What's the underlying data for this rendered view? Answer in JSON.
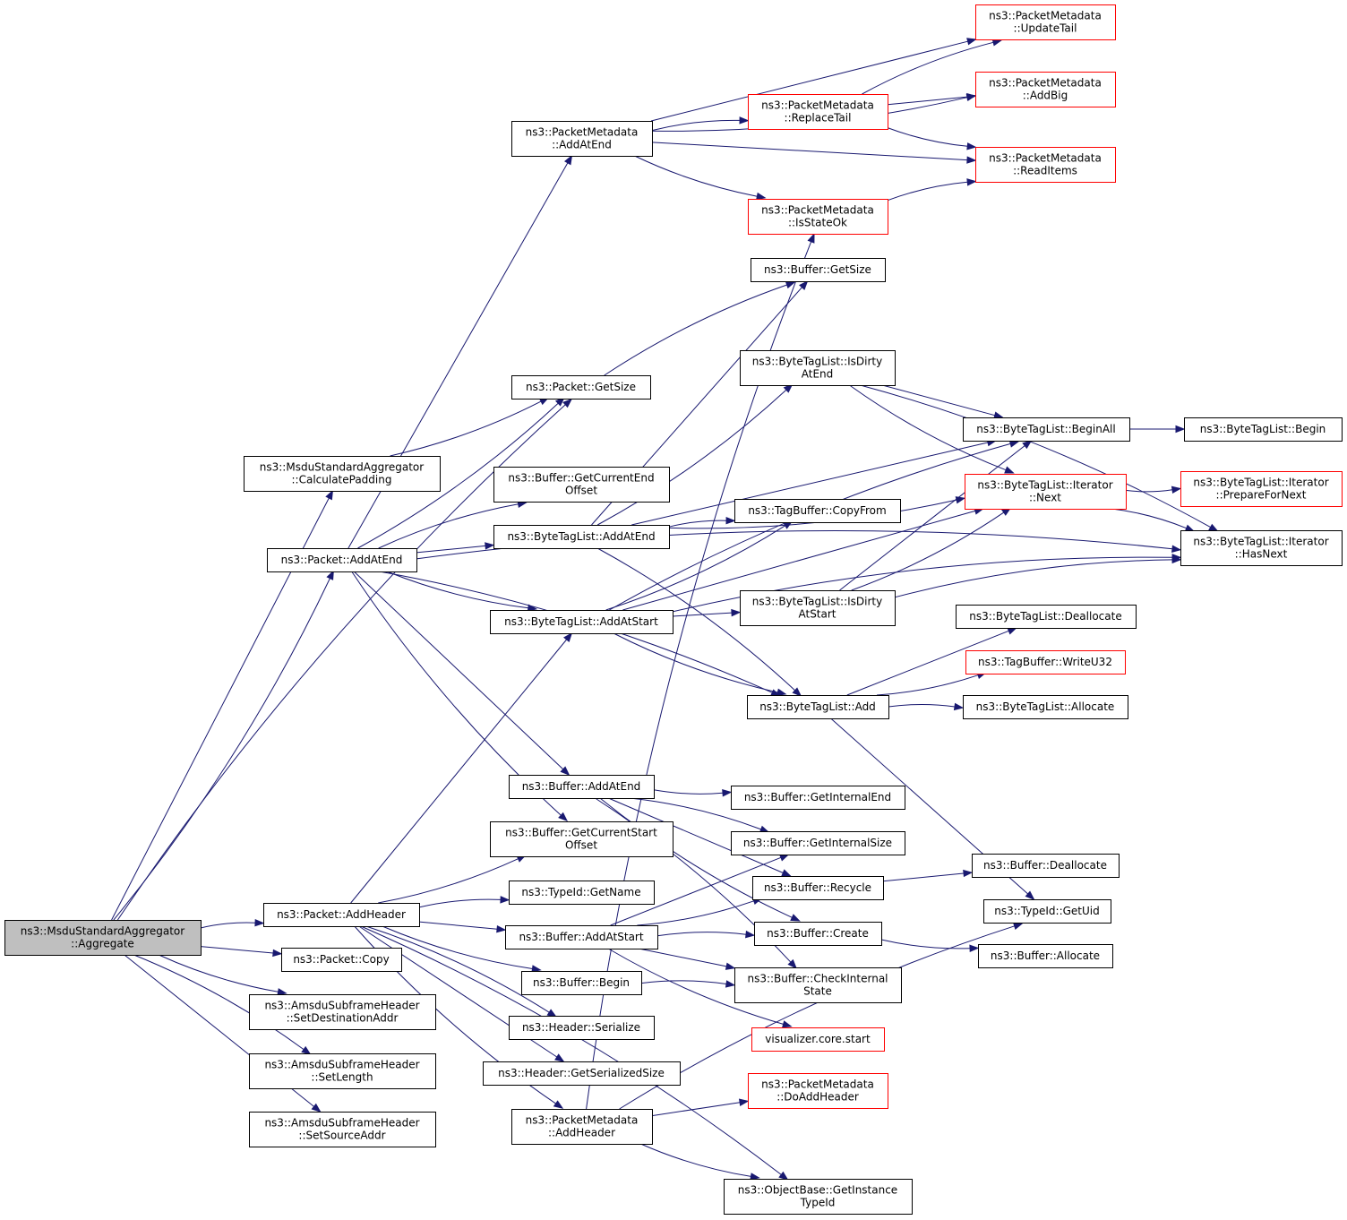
{
  "nodes": [
    {
      "id": "agg",
      "lines": [
        "ns3::MsduStandardAggregator",
        "::Aggregate"
      ],
      "root": true
    },
    {
      "id": "pkt_getsize",
      "lines": [
        "ns3::Packet::GetSize"
      ]
    },
    {
      "id": "calcpad",
      "lines": [
        "ns3::MsduStandardAggregator",
        "::CalculatePadding"
      ]
    },
    {
      "id": "pkt_addatend",
      "lines": [
        "ns3::Packet::AddAtEnd"
      ]
    },
    {
      "id": "pkt_addheader",
      "lines": [
        "ns3::Packet::AddHeader"
      ]
    },
    {
      "id": "pkt_copy",
      "lines": [
        "ns3::Packet::Copy"
      ]
    },
    {
      "id": "sf_dest",
      "lines": [
        "ns3::AmsduSubframeHeader",
        "::SetDestinationAddr"
      ]
    },
    {
      "id": "sf_len",
      "lines": [
        "ns3::AmsduSubframeHeader",
        "::SetLength"
      ]
    },
    {
      "id": "sf_src",
      "lines": [
        "ns3::AmsduSubframeHeader",
        "::SetSourceAddr"
      ]
    },
    {
      "id": "pm_addatend",
      "lines": [
        "ns3::PacketMetadata",
        "::AddAtEnd"
      ]
    },
    {
      "id": "buf_getcurend",
      "lines": [
        "ns3::Buffer::GetCurrentEnd",
        "Offset"
      ]
    },
    {
      "id": "btl_addatend",
      "lines": [
        "ns3::ByteTagList::AddAtEnd"
      ]
    },
    {
      "id": "btl_addatstart",
      "lines": [
        "ns3::ByteTagList::AddAtStart"
      ]
    },
    {
      "id": "buf_addatend",
      "lines": [
        "ns3::Buffer::AddAtEnd"
      ]
    },
    {
      "id": "buf_getcurstart",
      "lines": [
        "ns3::Buffer::GetCurrentStart",
        "Offset"
      ]
    },
    {
      "id": "typeid_getname",
      "lines": [
        "ns3::TypeId::GetName"
      ]
    },
    {
      "id": "buf_addatstart",
      "lines": [
        "ns3::Buffer::AddAtStart"
      ]
    },
    {
      "id": "buf_begin",
      "lines": [
        "ns3::Buffer::Begin"
      ]
    },
    {
      "id": "hdr_serialize",
      "lines": [
        "ns3::Header::Serialize"
      ]
    },
    {
      "id": "hdr_getsersize",
      "lines": [
        "ns3::Header::GetSerializedSize"
      ]
    },
    {
      "id": "pm_addheader",
      "lines": [
        "ns3::PacketMetadata",
        "::AddHeader"
      ]
    },
    {
      "id": "pm_replacetail",
      "lines": [
        "ns3::PacketMetadata",
        "::ReplaceTail"
      ],
      "trunc": true
    },
    {
      "id": "pm_isstateok",
      "lines": [
        "ns3::PacketMetadata",
        "::IsStateOk"
      ],
      "trunc": true
    },
    {
      "id": "buf_getsize",
      "lines": [
        "ns3::Buffer::GetSize"
      ]
    },
    {
      "id": "btl_isdirtyend",
      "lines": [
        "ns3::ByteTagList::IsDirty",
        "AtEnd"
      ]
    },
    {
      "id": "tagbuf_copyfrom",
      "lines": [
        "ns3::TagBuffer::CopyFrom"
      ]
    },
    {
      "id": "btl_isdirtystart",
      "lines": [
        "ns3::ByteTagList::IsDirty",
        "AtStart"
      ]
    },
    {
      "id": "btl_add",
      "lines": [
        "ns3::ByteTagList::Add"
      ]
    },
    {
      "id": "buf_getintend",
      "lines": [
        "ns3::Buffer::GetInternalEnd"
      ]
    },
    {
      "id": "buf_getintsize",
      "lines": [
        "ns3::Buffer::GetInternalSize"
      ]
    },
    {
      "id": "buf_recycle",
      "lines": [
        "ns3::Buffer::Recycle"
      ]
    },
    {
      "id": "buf_create",
      "lines": [
        "ns3::Buffer::Create"
      ]
    },
    {
      "id": "buf_checkint",
      "lines": [
        "ns3::Buffer::CheckInternal",
        "State"
      ]
    },
    {
      "id": "viz_start",
      "lines": [
        "visualizer.core.start"
      ],
      "trunc": true
    },
    {
      "id": "pm_doaddheader",
      "lines": [
        "ns3::PacketMetadata",
        "::DoAddHeader"
      ],
      "trunc": true
    },
    {
      "id": "ob_getinst",
      "lines": [
        "ns3::ObjectBase::GetInstance",
        "TypeId"
      ]
    },
    {
      "id": "pm_updatetail",
      "lines": [
        "ns3::PacketMetadata",
        "::UpdateTail"
      ],
      "trunc": true
    },
    {
      "id": "pm_addbig",
      "lines": [
        "ns3::PacketMetadata",
        "::AddBig"
      ],
      "trunc": true
    },
    {
      "id": "pm_readitems",
      "lines": [
        "ns3::PacketMetadata",
        "::ReadItems"
      ],
      "trunc": true
    },
    {
      "id": "btl_beginall",
      "lines": [
        "ns3::ByteTagList::BeginAll"
      ]
    },
    {
      "id": "btl_itnext",
      "lines": [
        "ns3::ByteTagList::Iterator",
        "::Next"
      ],
      "trunc": true
    },
    {
      "id": "btl_dealloc",
      "lines": [
        "ns3::ByteTagList::Deallocate"
      ]
    },
    {
      "id": "tagbuf_write",
      "lines": [
        "ns3::TagBuffer::WriteU32"
      ],
      "trunc": true
    },
    {
      "id": "btl_alloc",
      "lines": [
        "ns3::ByteTagList::Allocate"
      ]
    },
    {
      "id": "buf_dealloc",
      "lines": [
        "ns3::Buffer::Deallocate"
      ]
    },
    {
      "id": "typeid_getuid",
      "lines": [
        "ns3::TypeId::GetUid"
      ]
    },
    {
      "id": "buf_alloc",
      "lines": [
        "ns3::Buffer::Allocate"
      ]
    },
    {
      "id": "btl_begin",
      "lines": [
        "ns3::ByteTagList::Begin"
      ]
    },
    {
      "id": "btl_itprep",
      "lines": [
        "ns3::ByteTagList::Iterator",
        "::PrepareForNext"
      ],
      "trunc": true
    },
    {
      "id": "btl_ithasnext",
      "lines": [
        "ns3::ByteTagList::Iterator",
        "::HasNext"
      ]
    }
  ],
  "edges": [
    [
      "agg",
      "pkt_getsize"
    ],
    [
      "agg",
      "calcpad"
    ],
    [
      "agg",
      "pkt_addatend"
    ],
    [
      "agg",
      "pkt_addheader"
    ],
    [
      "agg",
      "pkt_copy"
    ],
    [
      "agg",
      "sf_dest"
    ],
    [
      "agg",
      "sf_len"
    ],
    [
      "agg",
      "sf_src"
    ],
    [
      "calcpad",
      "pkt_getsize"
    ],
    [
      "pkt_getsize",
      "buf_getsize"
    ],
    [
      "pkt_addatend",
      "pm_addatend"
    ],
    [
      "pkt_addatend",
      "pkt_getsize"
    ],
    [
      "pkt_addatend",
      "buf_getcurend"
    ],
    [
      "pkt_addatend",
      "btl_addatend"
    ],
    [
      "pkt_addatend",
      "btl_addatstart"
    ],
    [
      "pkt_addatend",
      "btl_add"
    ],
    [
      "pkt_addatend",
      "buf_addatend"
    ],
    [
      "pkt_addatend",
      "buf_getcurstart"
    ],
    [
      "pkt_addatend",
      "btl_ithasnext"
    ],
    [
      "pkt_addheader",
      "btl_addatstart"
    ],
    [
      "pkt_addheader",
      "buf_getcurstart"
    ],
    [
      "pkt_addheader",
      "typeid_getname"
    ],
    [
      "pkt_addheader",
      "buf_addatstart"
    ],
    [
      "pkt_addheader",
      "buf_begin"
    ],
    [
      "pkt_addheader",
      "hdr_serialize"
    ],
    [
      "pkt_addheader",
      "hdr_getsersize"
    ],
    [
      "pkt_addheader",
      "pm_addheader"
    ],
    [
      "pkt_addheader",
      "ob_getinst"
    ],
    [
      "pm_addatend",
      "pm_updatetail"
    ],
    [
      "pm_addatend",
      "pm_addbig"
    ],
    [
      "pm_addatend",
      "pm_replacetail"
    ],
    [
      "pm_addatend",
      "pm_readitems"
    ],
    [
      "pm_addatend",
      "pm_isstateok"
    ],
    [
      "pm_replacetail",
      "pm_updatetail"
    ],
    [
      "pm_replacetail",
      "pm_addbig"
    ],
    [
      "pm_replacetail",
      "pm_readitems"
    ],
    [
      "pm_isstateok",
      "pm_readitems"
    ],
    [
      "btl_addatend",
      "buf_getsize"
    ],
    [
      "btl_addatend",
      "btl_isdirtyend"
    ],
    [
      "btl_addatend",
      "tagbuf_copyfrom"
    ],
    [
      "btl_addatend",
      "btl_beginall"
    ],
    [
      "btl_addatend",
      "btl_itnext"
    ],
    [
      "btl_addatend",
      "btl_add"
    ],
    [
      "btl_addatstart",
      "btl_isdirtystart"
    ],
    [
      "btl_addatstart",
      "tagbuf_copyfrom"
    ],
    [
      "btl_addatstart",
      "btl_beginall"
    ],
    [
      "btl_addatstart",
      "btl_itnext"
    ],
    [
      "btl_addatstart",
      "btl_add"
    ],
    [
      "btl_addatstart",
      "btl_ithasnext"
    ],
    [
      "btl_isdirtyend",
      "btl_beginall"
    ],
    [
      "btl_isdirtyend",
      "btl_itnext"
    ],
    [
      "btl_isdirtyend",
      "btl_ithasnext"
    ],
    [
      "btl_isdirtystart",
      "btl_beginall"
    ],
    [
      "btl_isdirtystart",
      "btl_itnext"
    ],
    [
      "btl_isdirtystart",
      "btl_ithasnext"
    ],
    [
      "btl_beginall",
      "btl_begin"
    ],
    [
      "btl_itnext",
      "btl_itprep"
    ],
    [
      "btl_itnext",
      "btl_ithasnext"
    ],
    [
      "btl_add",
      "btl_dealloc"
    ],
    [
      "btl_add",
      "tagbuf_write"
    ],
    [
      "btl_add",
      "btl_alloc"
    ],
    [
      "btl_add",
      "typeid_getuid"
    ],
    [
      "buf_addatend",
      "buf_getintend"
    ],
    [
      "buf_addatend",
      "buf_getintsize"
    ],
    [
      "buf_addatend",
      "buf_recycle"
    ],
    [
      "buf_addatend",
      "buf_create"
    ],
    [
      "buf_addatend",
      "buf_checkint"
    ],
    [
      "buf_addatstart",
      "buf_getintsize"
    ],
    [
      "buf_addatstart",
      "buf_recycle"
    ],
    [
      "buf_addatstart",
      "buf_create"
    ],
    [
      "buf_addatstart",
      "buf_checkint"
    ],
    [
      "buf_addatstart",
      "viz_start"
    ],
    [
      "buf_begin",
      "buf_checkint"
    ],
    [
      "buf_recycle",
      "buf_dealloc"
    ],
    [
      "buf_create",
      "buf_alloc"
    ],
    [
      "pm_addheader",
      "pm_isstateok"
    ],
    [
      "pm_addheader",
      "pm_doaddheader"
    ],
    [
      "pm_addheader",
      "ob_getinst"
    ],
    [
      "pm_addheader",
      "typeid_getuid"
    ]
  ]
}
